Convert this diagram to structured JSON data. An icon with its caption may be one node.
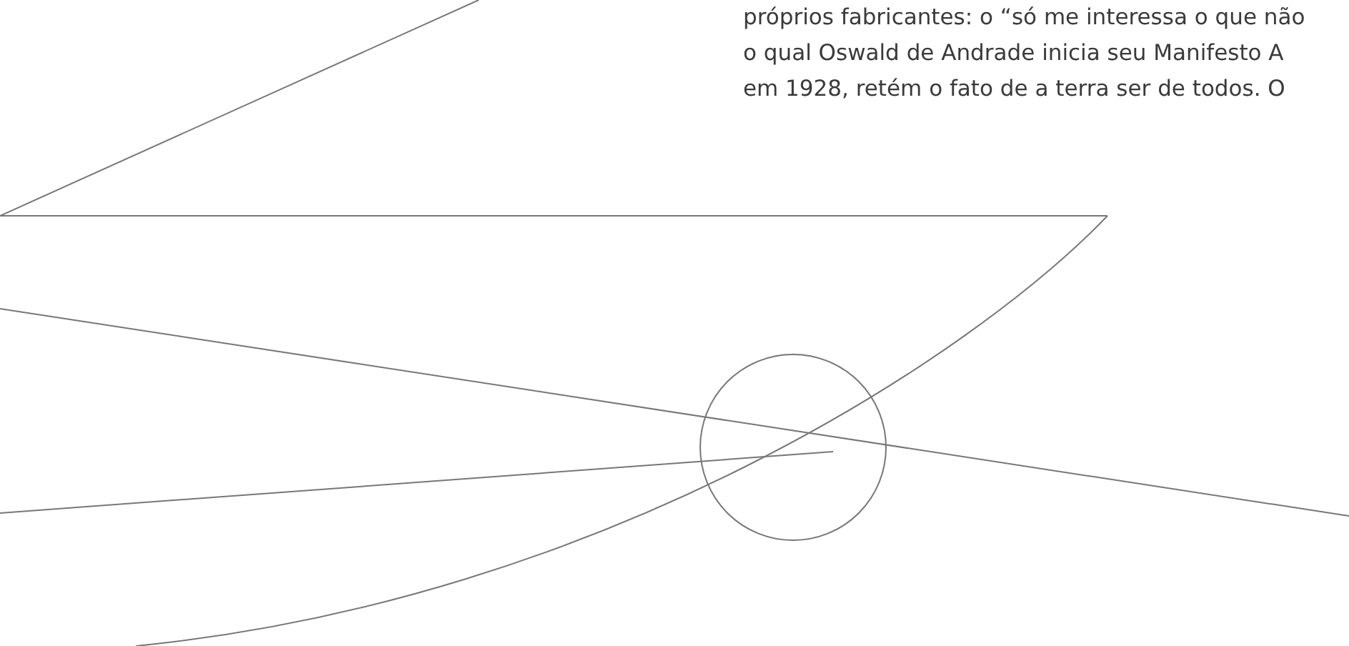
{
  "diagram": {
    "labels": [
      "próprios fabricantes: o “só me interessa o que não",
      "o qual Oswald de Andrade inicia seu Manifesto A",
      "em 1928, retém o fato de a terra ser de todos. O"
    ]
  }
}
